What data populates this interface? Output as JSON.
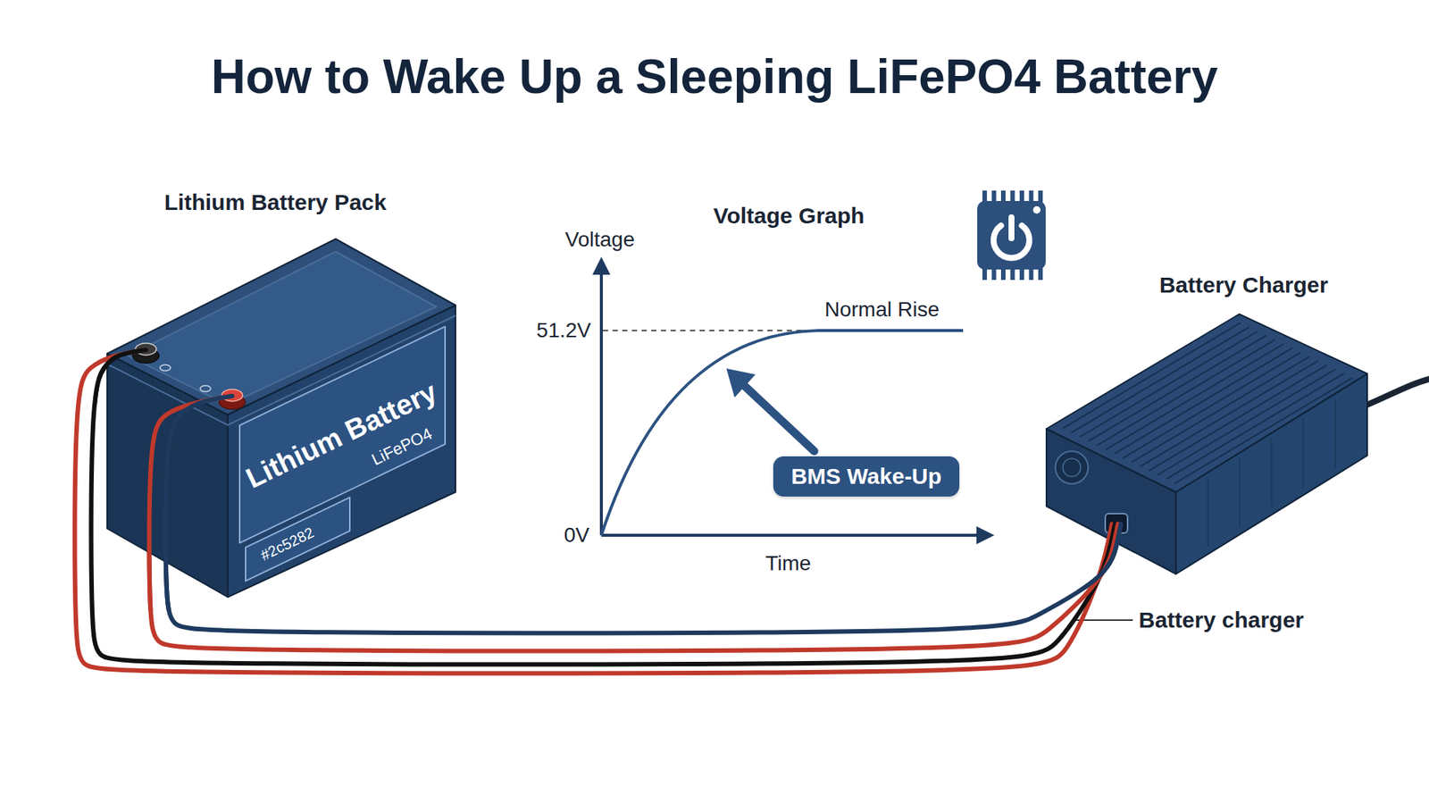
{
  "diagram": {
    "title": "How to Wake Up a Sleeping LiFePO4 Battery",
    "nodes": [
      {
        "text": [
          "Lithium Battery Pack",
          "Lithium Battery",
          "LiFePO4",
          "#2c5282"
        ]
      },
      {
        "text": [
          "BMS Wake-Up"
        ]
      },
      {
        "text": [
          "Battery Charger"
        ]
      }
    ],
    "edges": [
      {
        "from": 0,
        "to": 2,
        "arrow": "none"
      },
      {
        "from": 0,
        "to": 2,
        "arrow": "none"
      },
      {
        "from": 0,
        "to": 2,
        "arrow": "none"
      },
      {
        "from": 0,
        "to": 2,
        "arrow": "none"
      }
    ],
    "labels": [
      "Voltage Graph",
      "Voltage",
      "Normal Rise",
      "51.2V",
      "0V",
      "Time",
      "Battery charger"
    ]
  }
}
